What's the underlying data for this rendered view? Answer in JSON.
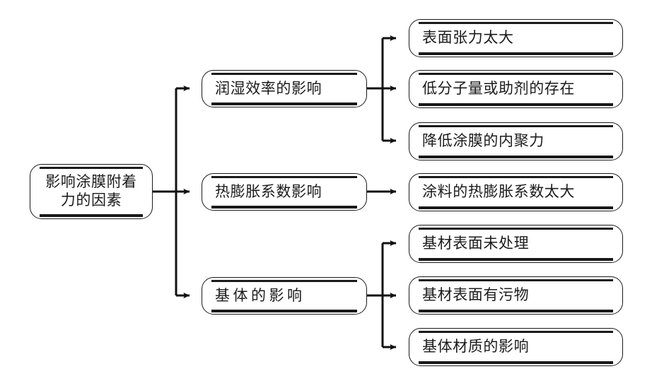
{
  "diagram": {
    "type": "tree-diagram",
    "orientation": "left-to-right",
    "colors": {
      "stroke": "#1a1a1a",
      "text": "#1b1b1b",
      "background": "#ffffff"
    },
    "root": {
      "id": "root",
      "label": "影响涂膜附着\n力的因素"
    },
    "branches": [
      {
        "id": "branch-wetting",
        "label": "润湿效率的影响",
        "children": [
          {
            "id": "leaf-surface-tension",
            "label": "表面张力太大"
          },
          {
            "id": "leaf-low-molecular",
            "label": "低分子量或助剂的存在"
          },
          {
            "id": "leaf-cohesion",
            "label": "降低涂膜的内聚力"
          }
        ]
      },
      {
        "id": "branch-thermal",
        "label": "热膨胀系数影响",
        "children": [
          {
            "id": "leaf-coating-expansion",
            "label": "涂料的热膨胀系数太大"
          }
        ]
      },
      {
        "id": "branch-substrate",
        "label": "基体的影响",
        "children": [
          {
            "id": "leaf-untreated",
            "label": "基材表面未处理"
          },
          {
            "id": "leaf-contaminated",
            "label": "基材表面有污物"
          },
          {
            "id": "leaf-material",
            "label": "基体材质的影响"
          }
        ]
      }
    ]
  }
}
